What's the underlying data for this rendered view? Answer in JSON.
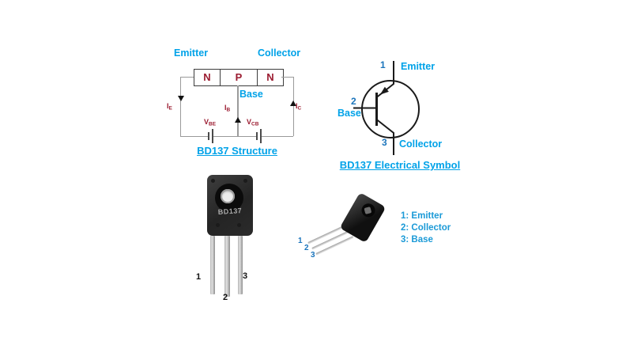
{
  "colors": {
    "cyan_text": "#00A2E8",
    "blue_pin_numbers": "#1B75BC",
    "dark_red_text": "#9B1B30",
    "wire_gray": "#9a9a9a",
    "package_black": "#2b2b2b"
  },
  "structure": {
    "emitter_label": "Emitter",
    "collector_label": "Collector",
    "base_label": "Base",
    "regions": [
      "N",
      "P",
      "N"
    ],
    "currents": [
      {
        "main": "I",
        "sub": "E"
      },
      {
        "main": "I",
        "sub": "B"
      },
      {
        "main": "I",
        "sub": "C"
      }
    ],
    "voltages": [
      {
        "main": "V",
        "sub": "BE"
      },
      {
        "main": "V",
        "sub": "CB"
      }
    ],
    "title": "BD137 Structure"
  },
  "symbol": {
    "pins": [
      {
        "number": "1",
        "name": "Emitter"
      },
      {
        "number": "2",
        "name": "Base"
      },
      {
        "number": "3",
        "name": "Collector"
      }
    ],
    "title": "BD137 Electrical Symbol"
  },
  "photo": {
    "part_number": "BD137",
    "pin_labels": [
      "1",
      "2",
      "3"
    ]
  },
  "render": {
    "pin_labels": [
      "1",
      "2",
      "3"
    ]
  },
  "legend": {
    "items": [
      "1: Emitter",
      "2: Collector",
      "3: Base"
    ]
  }
}
